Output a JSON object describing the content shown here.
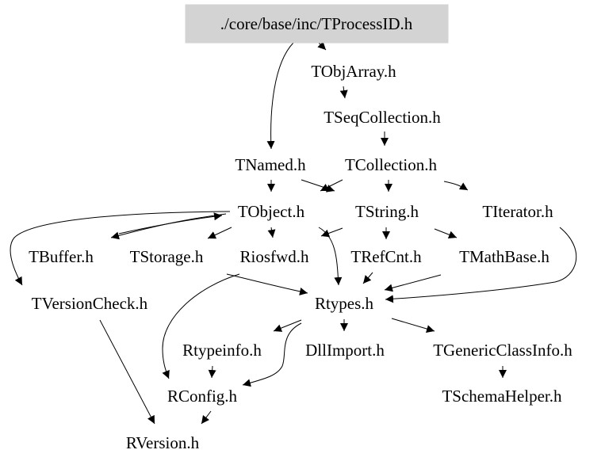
{
  "graph": {
    "root": "./core/base/inc/TProcessID.h",
    "nodes": {
      "tprocessid": "./core/base/inc/TProcessID.h",
      "tobjarray": "TObjArray.h",
      "tseqcollection": "TSeqCollection.h",
      "tnamed": "TNamed.h",
      "tcollection": "TCollection.h",
      "tobject": "TObject.h",
      "tstring": "TString.h",
      "titerator": "TIterator.h",
      "tbuffer": "TBuffer.h",
      "tstorage": "TStorage.h",
      "riosfwd": "Riosfwd.h",
      "trefcnt": "TRefCnt.h",
      "tmathbase": "TMathBase.h",
      "tversioncheck": "TVersionCheck.h",
      "rtypes": "Rtypes.h",
      "rtypeinfo": "Rtypeinfo.h",
      "dllimport": "DllImport.h",
      "tgenericclassinfo": "TGenericClassInfo.h",
      "rconfig": "RConfig.h",
      "tschemahelper": "TSchemaHelper.h",
      "rversion": "RVersion.h"
    },
    "edges": [
      [
        "tprocessid",
        "tobjarray"
      ],
      [
        "tprocessid",
        "tnamed"
      ],
      [
        "tobjarray",
        "tseqcollection"
      ],
      [
        "tseqcollection",
        "tcollection"
      ],
      [
        "tnamed",
        "tobject"
      ],
      [
        "tnamed",
        "tstring"
      ],
      [
        "tcollection",
        "tobject"
      ],
      [
        "tcollection",
        "tstring"
      ],
      [
        "tcollection",
        "titerator"
      ],
      [
        "tobject",
        "tbuffer"
      ],
      [
        "tobject",
        "tstorage"
      ],
      [
        "tobject",
        "riosfwd"
      ],
      [
        "tobject",
        "tversioncheck"
      ],
      [
        "tobject",
        "rtypes"
      ],
      [
        "tstring",
        "tobject"
      ],
      [
        "tstring",
        "trefcnt"
      ],
      [
        "tstring",
        "tmathbase"
      ],
      [
        "tstring",
        "rtypes"
      ],
      [
        "titerator",
        "rtypes"
      ],
      [
        "riosfwd",
        "rtypes"
      ],
      [
        "riosfwd",
        "rconfig"
      ],
      [
        "trefcnt",
        "rtypes"
      ],
      [
        "tmathbase",
        "rtypes"
      ],
      [
        "rtypes",
        "rtypeinfo"
      ],
      [
        "rtypes",
        "dllimport"
      ],
      [
        "rtypes",
        "tgenericclassinfo"
      ],
      [
        "rtypes",
        "rconfig"
      ],
      [
        "rtypeinfo",
        "rconfig"
      ],
      [
        "tgenericclassinfo",
        "tschemahelper"
      ],
      [
        "tversioncheck",
        "rversion"
      ],
      [
        "rconfig",
        "rversion"
      ]
    ]
  }
}
